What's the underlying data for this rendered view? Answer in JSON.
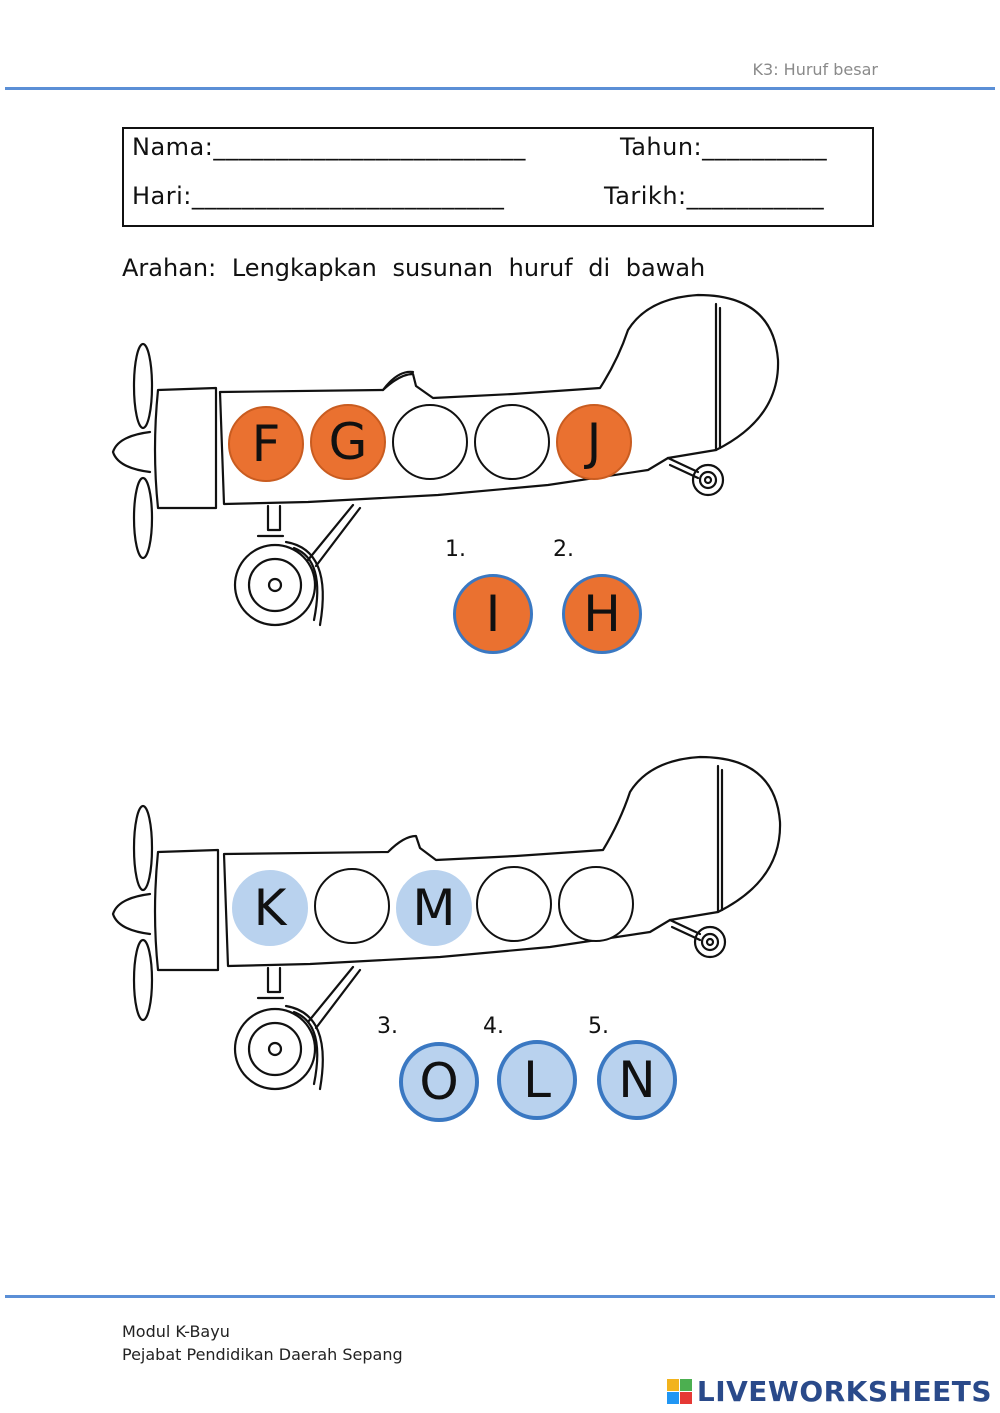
{
  "header": {
    "label": "K3: Huruf besar"
  },
  "form": {
    "name": "Nama:_________________________",
    "year": "Tahun:__________",
    "day": "Hari:_________________________",
    "date": "Tarikh:___________"
  },
  "instruction": {
    "label": "Arahan:",
    "text": "Lengkapkan susunan huruf di bawah"
  },
  "plane1": {
    "slots": [
      "F",
      "G",
      "",
      "",
      "J"
    ],
    "numbers": [
      "1.",
      "2."
    ],
    "answers": [
      "I",
      "H"
    ]
  },
  "plane2": {
    "slots": [
      "K",
      "",
      "M",
      "",
      ""
    ],
    "numbers": [
      "3.",
      "4.",
      "5."
    ],
    "answers": [
      "O",
      "L",
      "N"
    ]
  },
  "footer": {
    "line1": "Modul K-Bayu",
    "line2": "Pejabat Pendidikan Daerah Sepang"
  },
  "brand": {
    "text": "LIVEWORKSHEETS"
  },
  "colors": {
    "orange": "#ea7130",
    "light_blue": "#b9d2ee",
    "blue_border": "#3a78c2",
    "rule": "#5b8fd6"
  }
}
